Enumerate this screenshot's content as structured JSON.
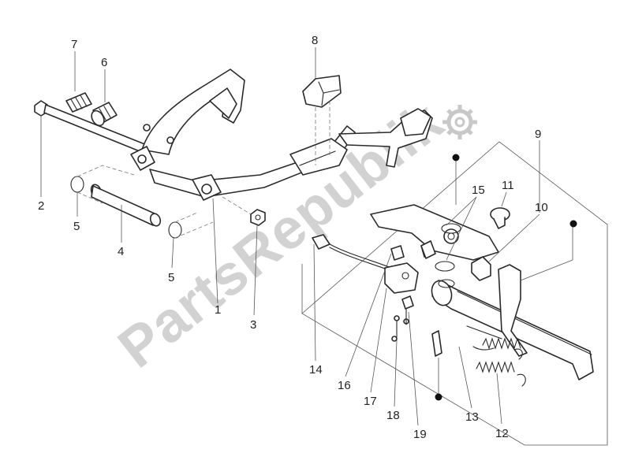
{
  "watermark": "PartsRepublik",
  "callouts": {
    "c1": "1",
    "c2": "2",
    "c3": "3",
    "c4": "4",
    "c5a": "5",
    "c5b": "5",
    "c6": "6",
    "c7": "7",
    "c8": "8",
    "c9": "9",
    "c10": "10",
    "c11": "11",
    "c12": "12",
    "c13": "13",
    "c14": "14",
    "c15": "15",
    "c16": "16",
    "c17": "17",
    "c18": "18",
    "c19": "19"
  }
}
